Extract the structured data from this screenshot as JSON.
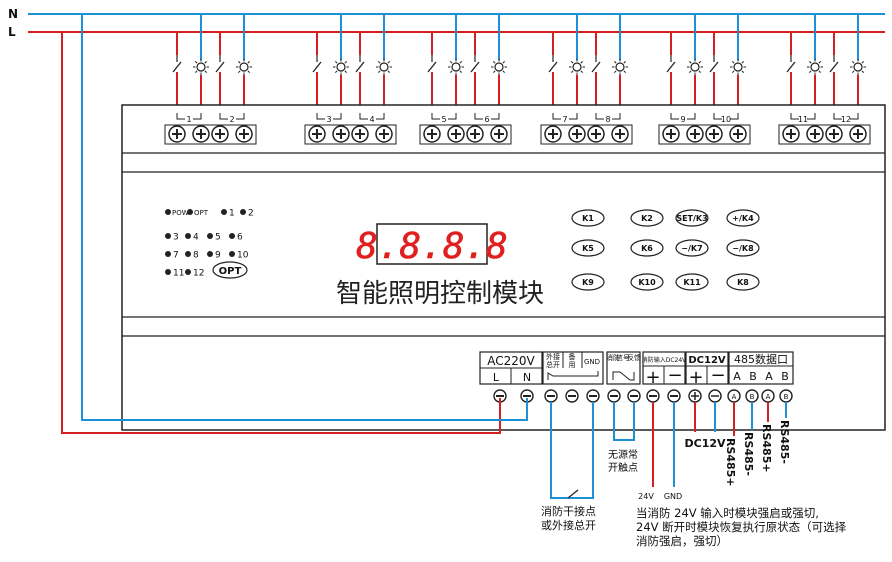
{
  "lines": {
    "neutral": "N",
    "live": "L"
  },
  "colors": {
    "neutral": "#1e90d8",
    "live": "#d42020",
    "body": "#222222"
  },
  "channels": [
    "1",
    "2",
    "3",
    "4",
    "5",
    "6",
    "7",
    "8",
    "9",
    "10",
    "11",
    "12"
  ],
  "panel": {
    "indicators": {
      "pow": "POW",
      "opt_small": "OPT",
      "row1": [
        "1",
        "2"
      ],
      "row2": [
        "3",
        "4",
        "5",
        "6"
      ],
      "row3": [
        "7",
        "8",
        "9",
        "10"
      ],
      "row4": [
        "11",
        "12"
      ],
      "opt_button": "OPT"
    },
    "display": "8.8.8.8",
    "title": "智能照明控制模块",
    "keys": [
      [
        "K1",
        "K2",
        "SET/K3",
        "+/K4"
      ],
      [
        "K5",
        "K6",
        "−/K7",
        "−/K8"
      ],
      [
        "K9",
        "K10",
        "K11",
        "K8"
      ]
    ]
  },
  "terminals": {
    "ac_header": "AC220V",
    "ac_l": "L",
    "ac_n": "N",
    "fire_ext_a": "外接",
    "fire_ext_b": "总开",
    "spare_a": "备",
    "spare_b": "用",
    "gnd": "GND",
    "fire_fb_a": "消防",
    "fire_fb_b": "信号",
    "fire_fb_c": "反馈",
    "fire_in": "消防输入DC24V",
    "dc12": "DC12V",
    "rs485_header": "485数据口",
    "rs485_pins": [
      "A",
      "B",
      "A",
      "B"
    ]
  },
  "labels": {
    "dry_contact": [
      "消防干接点",
      "或外接总开"
    ],
    "no_contact": [
      "无源常",
      "开触点"
    ],
    "v24": "24V",
    "gnd": "GND",
    "dc12v": "DC12V",
    "rs485": [
      "RS485+",
      "RS485-",
      "RS485+",
      "RS485-"
    ],
    "note": [
      "当消防 24V 输入时模块强启或强切,",
      "24V 断开时模块恢复执行原状态（可选择",
      "消防强启，强切）"
    ]
  }
}
